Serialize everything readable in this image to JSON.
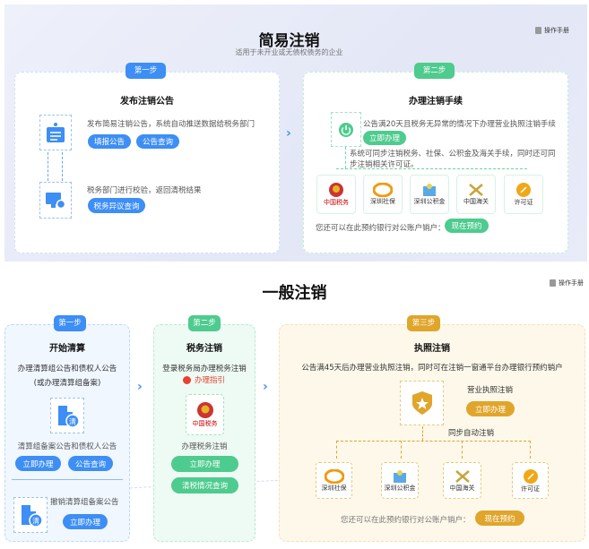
{
  "simple": {
    "title": "简易注销",
    "subtitle": "适用于未开业或无债权债务的企业",
    "manual": "操作手册",
    "step1": {
      "badge": "第一步",
      "title": "发布注销公告",
      "item1_text": "发布简易注销公告，系统自动推送数据给税务部门",
      "btn_fill": "填报公告",
      "btn_query": "公告查询",
      "item2_text": "税务部门进行校验，返回清税结果",
      "btn_objection": "税务异议查询"
    },
    "step2": {
      "badge": "第二步",
      "title": "办理注销手续",
      "text1": "公告满20天且税务无异常的情况下办理营业执照注销手续",
      "btn_handle": "立即办理",
      "text2a": "系统可同步注销税务、社保、公积金及海关手续，同时还可同",
      "text2b": "步注销相关许可证。",
      "logos": [
        "中国税务",
        "深圳社保",
        "深圳公积金",
        "中国海关",
        "许可证"
      ],
      "bank_text": "您还可以在此预约银行对公账户销户：",
      "btn_reserve": "现在预约"
    }
  },
  "general": {
    "title": "一般注销",
    "manual": "操作手册",
    "step1": {
      "badge": "第一步",
      "title": "开始清算",
      "text1": "办理清算组公告和债权人公告",
      "text2": "(或办理清算组备案)",
      "item_text": "清算组备案公告和债权人公告",
      "btn_handle": "立即办理",
      "btn_query": "公告查询",
      "revoke_text": "撤销清算组备案公告",
      "btn_revoke": "立即办理",
      "icon_char": "清"
    },
    "step2": {
      "badge": "第二步",
      "title": "税务注销",
      "text1": "登录税务局办理税务注销",
      "guide": "办理指引",
      "logo": "中国税务",
      "text2": "办理税务注销",
      "btn_handle": "立即办理",
      "btn_query": "清税情况查询"
    },
    "step3": {
      "badge": "第三步",
      "title": "执照注销",
      "text1": "公告满45天后办理营业执照注销，同时可在注销一窗通平台办理银行预约销户",
      "license_text": "营业执照注销",
      "btn_handle": "立即办理",
      "sync_text": "同步自动注销",
      "logos": [
        "深圳社保",
        "深圳公积金",
        "中国海关",
        "许可证"
      ],
      "bank_text": "您还可以在此预约银行对公账户销户：",
      "btn_reserve": "现在预约"
    }
  },
  "colors": {
    "blue": "#3d8ef5",
    "green": "#4ecb8e",
    "gold": "#e0a52b",
    "guide_red": "#e8412f"
  }
}
